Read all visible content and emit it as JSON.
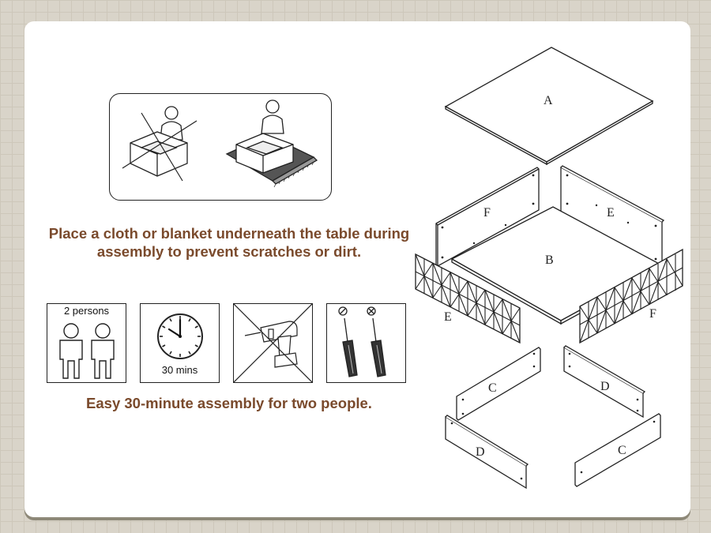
{
  "caption_cloth": "Place a cloth or blanket underneath the table during assembly to prevent scratches or dirt.",
  "caption_cloth_line1": "Place a cloth or blanket underneath the table during",
  "caption_cloth_line2": "assembly to prevent scratches or dirt.",
  "caption_assembly": "Easy 30-minute assembly for two people.",
  "icons": {
    "persons_label": "2 persons",
    "time_label": "30 mins"
  },
  "parts": {
    "top": "A",
    "base": "B",
    "panel_f_back": "F",
    "panel_e_back": "E",
    "panel_e_front": "E",
    "panel_f_front": "F",
    "leg_c_back": "C",
    "leg_d_back": "D",
    "leg_d_front": "D",
    "leg_c_front": "C"
  }
}
